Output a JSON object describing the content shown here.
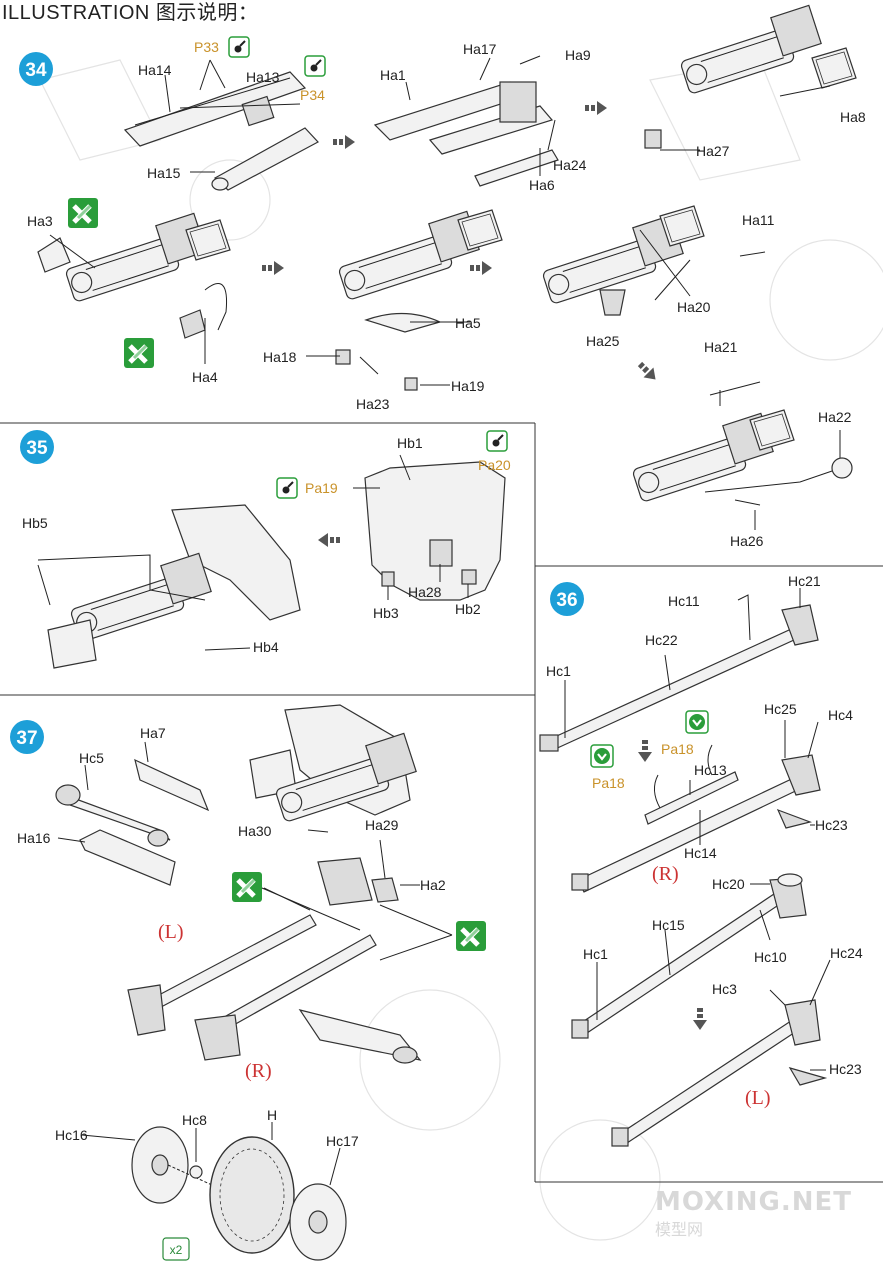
{
  "header": {
    "title": "ILLUSTRATION 图示说明："
  },
  "steps": {
    "s34": {
      "number": "34",
      "labels": {
        "p33": "P33",
        "p34": "P34",
        "ha14": "Ha14",
        "ha13": "Ha13",
        "ha15": "Ha15",
        "ha1": "Ha1",
        "ha17": "Ha17",
        "ha9": "Ha9",
        "ha6": "Ha6",
        "ha24": "Ha24",
        "ha8": "Ha8",
        "ha27": "Ha27",
        "ha3": "Ha3",
        "ha4": "Ha4",
        "ha5": "Ha5",
        "ha18": "Ha18",
        "ha19": "Ha19",
        "ha23": "Ha23",
        "ha11": "Ha11",
        "ha20": "Ha20",
        "ha25": "Ha25",
        "ha21": "Ha21",
        "ha22": "Ha22",
        "ha26": "Ha26"
      }
    },
    "s35": {
      "number": "35",
      "labels": {
        "hb1": "Hb1",
        "pa19": "Pa19",
        "pa20": "Pa20",
        "hb5": "Hb5",
        "hb3": "Hb3",
        "hb28": "Ha28",
        "hb2": "Hb2",
        "hb4": "Hb4"
      }
    },
    "s36": {
      "number": "36",
      "labels": {
        "hc11": "Hc11",
        "hc21": "Hc21",
        "hc22": "Hc22",
        "hc1a": "Hc1",
        "hc25": "Hc25",
        "hc4": "Hc4",
        "pa18a": "Pa18",
        "pa18b": "Pa18",
        "hc13": "Hc13",
        "hc14": "Hc14",
        "hc23a": "Hc23",
        "right": "(R)",
        "hc20": "Hc20",
        "hc15": "Hc15",
        "hc10": "Hc10",
        "hc24": "Hc24",
        "hc1b": "Hc1",
        "hc3": "Hc3",
        "hc23b": "Hc23",
        "left": "(L)"
      }
    },
    "s37": {
      "number": "37",
      "labels": {
        "ha7": "Ha7",
        "hc5": "Hc5",
        "ha16": "Ha16",
        "ha30": "Ha30",
        "ha29": "Ha29",
        "ha2": "Ha2",
        "left": "(L)",
        "right": "(R)",
        "hc16": "Hc16",
        "hc8": "Hc8",
        "h": "H",
        "hc17": "Hc17",
        "x2": "x2"
      }
    }
  },
  "watermark": {
    "brand": "MOXING.NET",
    "sub": "模型网"
  },
  "colors": {
    "step_badge": "#1d9fd8",
    "glue_icon_green": "#2a9d3a",
    "part_yellow": "#c9922a",
    "side_red": "#c33333"
  }
}
